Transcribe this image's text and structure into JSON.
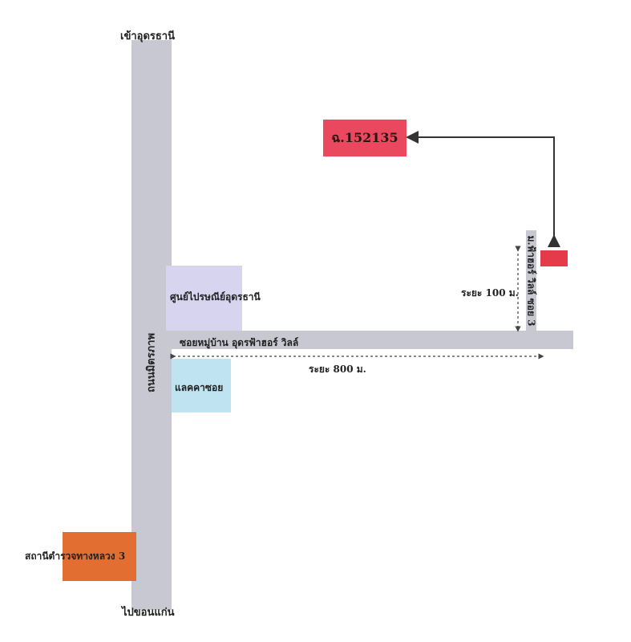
{
  "labels": {
    "north": "เข้าอุดรธานี",
    "south": "ไปขอนแก่น",
    "main_road": "ถนนมิตรภาพ",
    "post_office": "ศูนย์ไปรษณีย์อุดรธานี",
    "soi_village": "ซอยหมู่บ้าน อุดรฟ้าฮอร์ วิลล์",
    "branch_road": "ม.ฟ้าฮอร์ วิลล์ ซอย 3",
    "distance_100": "ระยะ 100 ม.",
    "distance_800": "ระยะ 800 ม.",
    "kaset": "แลคคาซอย",
    "police": "สถานีตำรวจทางหลวง 3",
    "target_code": "ฉ.152135"
  },
  "colors": {
    "road": "#c7c8d1",
    "post_office": "#d6d4ee",
    "kaset": "#bfe3f0",
    "police": "#e26f31",
    "target": "#e9485f",
    "marker": "#e43a4a",
    "arrow": "#333333"
  },
  "icons": {
    "pointer": "arrow-icon",
    "dimension": "dashed-arrow-icon"
  }
}
